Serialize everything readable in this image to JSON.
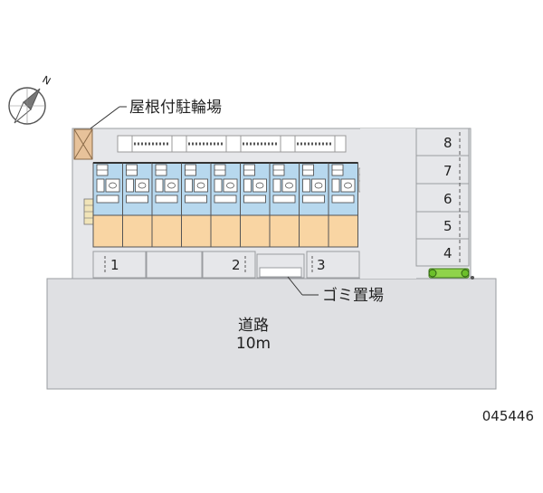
{
  "compass": {
    "north_label": "N"
  },
  "labels": {
    "bicycle_parking": "屋根付駐輪場",
    "garbage_area": "ゴミ置場",
    "road_name": "道路",
    "road_width": "10m",
    "property_code": "045446"
  },
  "parking_front": [
    "1",
    "2",
    "3"
  ],
  "parking_side": [
    "8",
    "7",
    "6",
    "5",
    "4"
  ],
  "units": {
    "count": 9
  },
  "colors": {
    "road": "#dfe0e3",
    "lot": "#e6e7ea",
    "unit_floor": "#f9d5a3",
    "unit_bath": "#b7d8ee",
    "roof_bike": "#e7c29a",
    "hedge": "#8fd34a"
  }
}
